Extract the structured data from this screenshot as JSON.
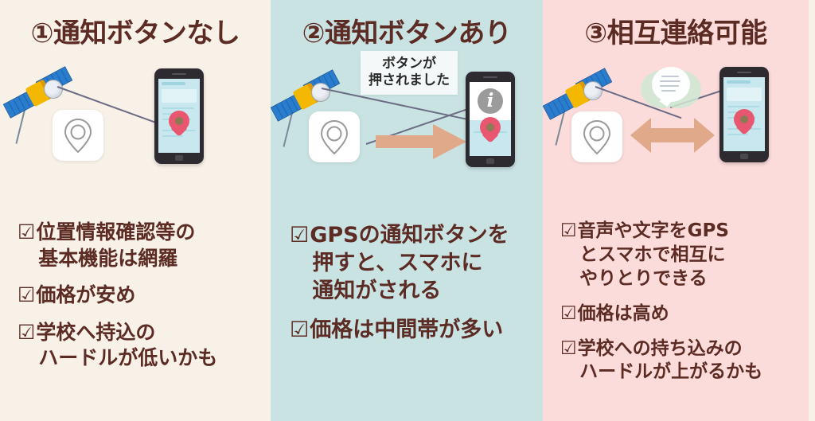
{
  "colors": {
    "panel1_bg": "#F7F1E8",
    "panel2_bg": "#C9E3E3",
    "panel3_bg": "#FBDCDA",
    "title_text": "#5C2B24",
    "bullet_text": "#5C2B24",
    "arrow": "#E0A98A",
    "pin_red": "#E8566F",
    "phone_body": "#2E2B30",
    "satellite_panel_blue": "#1E6FC4",
    "satellite_body_yellow": "#F5B800",
    "bubble_bg": "#F4F8F8",
    "chat_green": "#CFE8D4"
  },
  "columns": [
    {
      "id": "col-1",
      "title": "①通知ボタンなし",
      "icons": {
        "satellite": "satellite-icon",
        "location_card": "location-pin-card-icon",
        "phone": "smartphone-map-icon",
        "link": "signal-link-line"
      },
      "bullets": [
        {
          "check": "☑",
          "lines": [
            "位置情報確認等の",
            "基本機能は網羅"
          ]
        },
        {
          "check": "☑",
          "lines": [
            "価格が安め"
          ]
        },
        {
          "check": "☑",
          "lines": [
            "学校へ持込の",
            "ハードルが低いかも"
          ]
        }
      ]
    },
    {
      "id": "col-2",
      "title": "②通知ボタンあり",
      "bubble": {
        "lines": [
          "ボタンが",
          "押されました"
        ]
      },
      "icons": {
        "satellite": "satellite-icon",
        "location_card": "location-pin-card-icon",
        "arrow": "arrow-right-icon",
        "phone": "smartphone-notification-icon",
        "info": "info-circle-icon",
        "link": "signal-link-line"
      },
      "bullets": [
        {
          "check": "☑",
          "lines": [
            "GPSの通知ボタンを",
            "押すと、スマホに",
            "通知がされる"
          ]
        },
        {
          "check": "☑",
          "lines": [
            "価格は中間帯が多い"
          ]
        }
      ]
    },
    {
      "id": "col-3",
      "title": "③相互連絡可能",
      "icons": {
        "satellite": "satellite-icon",
        "location_card": "location-pin-card-icon",
        "chat": "chat-bubbles-icon",
        "arrow": "arrow-both-directions-icon",
        "phone": "smartphone-map-icon",
        "link": "signal-link-line"
      },
      "bullets": [
        {
          "check": "☑",
          "lines": [
            "音声や文字をGPS",
            "とスマホで相互に",
            "やりとりできる"
          ]
        },
        {
          "check": "☑",
          "lines": [
            "価格は高め"
          ]
        },
        {
          "check": "☑",
          "lines": [
            "学校への持ち込みの",
            "ハードルが上がるかも"
          ]
        }
      ]
    }
  ]
}
